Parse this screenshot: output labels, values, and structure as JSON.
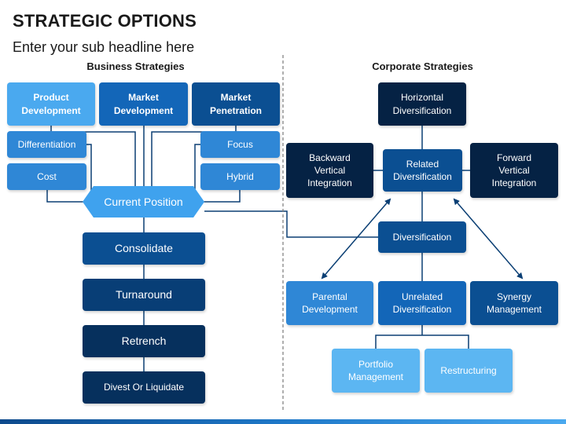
{
  "header": {
    "title": "STRATEGIC OPTIONS",
    "subtitle": "Enter your sub headline here"
  },
  "business": {
    "heading": "Business Strategies",
    "top": [
      "Product\nDevelopment",
      "Market\nDevelopment",
      "Market\nPenetration"
    ],
    "left": [
      "Differentiation",
      "Cost"
    ],
    "right": [
      "Focus",
      "Hybrid"
    ],
    "center": "Current Position",
    "stack": [
      "Consolidate",
      "Turnaround",
      "Retrench",
      "Divest Or Liquidate"
    ]
  },
  "corporate": {
    "heading": "Corporate Strategies",
    "horizontal": "Horizontal\nDiversification",
    "backward": "Backward\nVertical\nIntegration",
    "related": "Related\nDiversification",
    "forward": "Forward\nVertical\nIntegration",
    "diversification": "Diversification",
    "parental": "Parental\nDevelopment",
    "unrelated": "Unrelated\nDiversification",
    "synergy": "Synergy\nManagement",
    "portfolio": "Portfolio\nManagement",
    "restructuring": "Restructuring"
  },
  "colors": {
    "light": "#4aa9ef",
    "medium": "#1366b8",
    "dark": "#0b4f92",
    "navy": "#052244",
    "line": "#0b3f74"
  }
}
